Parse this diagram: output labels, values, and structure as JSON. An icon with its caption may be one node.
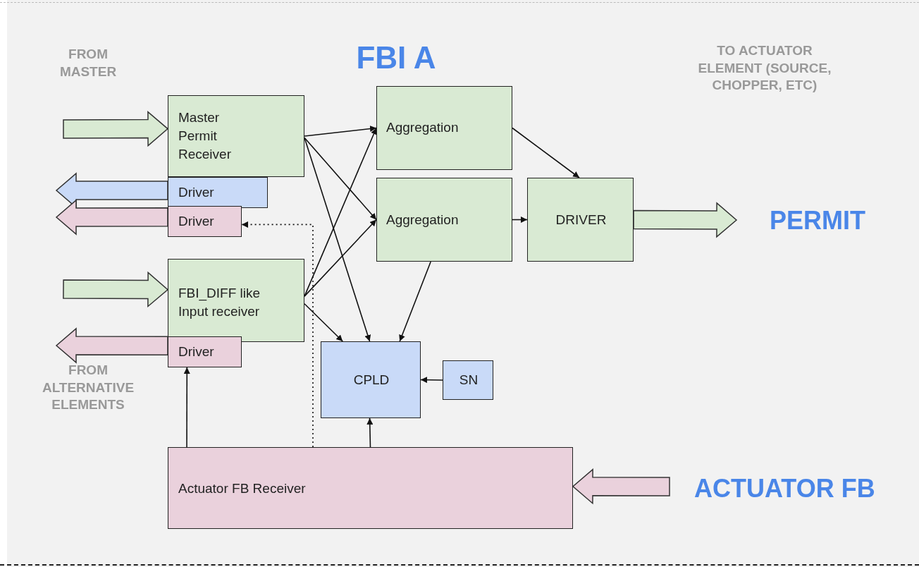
{
  "diagram": {
    "title": "FBI A",
    "nodes": [
      {
        "text": [
          "Master Permit Receiver"
        ]
      },
      {
        "text": [
          "Driver"
        ]
      },
      {
        "text": [
          "Driver"
        ]
      },
      {
        "text": [
          "FBI_DIFF like Input receiver"
        ]
      },
      {
        "text": [
          "Driver"
        ]
      },
      {
        "text": [
          "Aggregation"
        ]
      },
      {
        "text": [
          "Aggregation"
        ]
      },
      {
        "text": [
          "DRIVER"
        ]
      },
      {
        "text": [
          "CPLD"
        ]
      },
      {
        "text": [
          "SN"
        ]
      },
      {
        "text": [
          "Actuator FB Receiver"
        ]
      }
    ],
    "edges": [
      {
        "from": null,
        "to": 0,
        "arrow": "to",
        "style": "thick",
        "color": "#d9ead3"
      },
      {
        "from": 1,
        "to": null,
        "arrow": "to",
        "style": "thick",
        "color": "#c9daf8"
      },
      {
        "from": 2,
        "to": null,
        "arrow": "to",
        "style": "thick",
        "color": "#ead1dc"
      },
      {
        "from": null,
        "to": 3,
        "arrow": "to",
        "style": "thick",
        "color": "#d9ead3"
      },
      {
        "from": 4,
        "to": null,
        "arrow": "to",
        "style": "thick",
        "color": "#ead1dc"
      },
      {
        "from": 7,
        "to": null,
        "arrow": "to",
        "style": "thick",
        "color": "#d9ead3"
      },
      {
        "from": null,
        "to": 10,
        "arrow": "to",
        "style": "thick",
        "color": "#ead1dc"
      },
      {
        "from": 0,
        "to": 5,
        "arrow": "to"
      },
      {
        "from": 0,
        "to": 6,
        "arrow": "to"
      },
      {
        "from": 0,
        "to": 8,
        "arrow": "to"
      },
      {
        "from": 3,
        "to": 5,
        "arrow": "to"
      },
      {
        "from": 3,
        "to": 6,
        "arrow": "to"
      },
      {
        "from": 3,
        "to": 8,
        "arrow": "to"
      },
      {
        "from": 5,
        "to": 7,
        "arrow": "to"
      },
      {
        "from": 6,
        "to": 7,
        "arrow": "to"
      },
      {
        "from": 6,
        "to": 8,
        "arrow": "to"
      },
      {
        "from": 9,
        "to": 8,
        "arrow": "to"
      },
      {
        "from": 10,
        "to": 8,
        "arrow": "to"
      },
      {
        "from": 10,
        "to": 4,
        "arrow": "to"
      },
      {
        "from": 10,
        "to": 2,
        "arrow": "to",
        "style": "dashed"
      }
    ],
    "labels": [
      "FROM MASTER",
      "TO ACTUATOR ELEMENT (SOURCE, CHOPPER, ETC)",
      "PERMIT",
      "FROM ALTERNATIVE ELEMENTS",
      "ACTUATOR FB"
    ]
  }
}
